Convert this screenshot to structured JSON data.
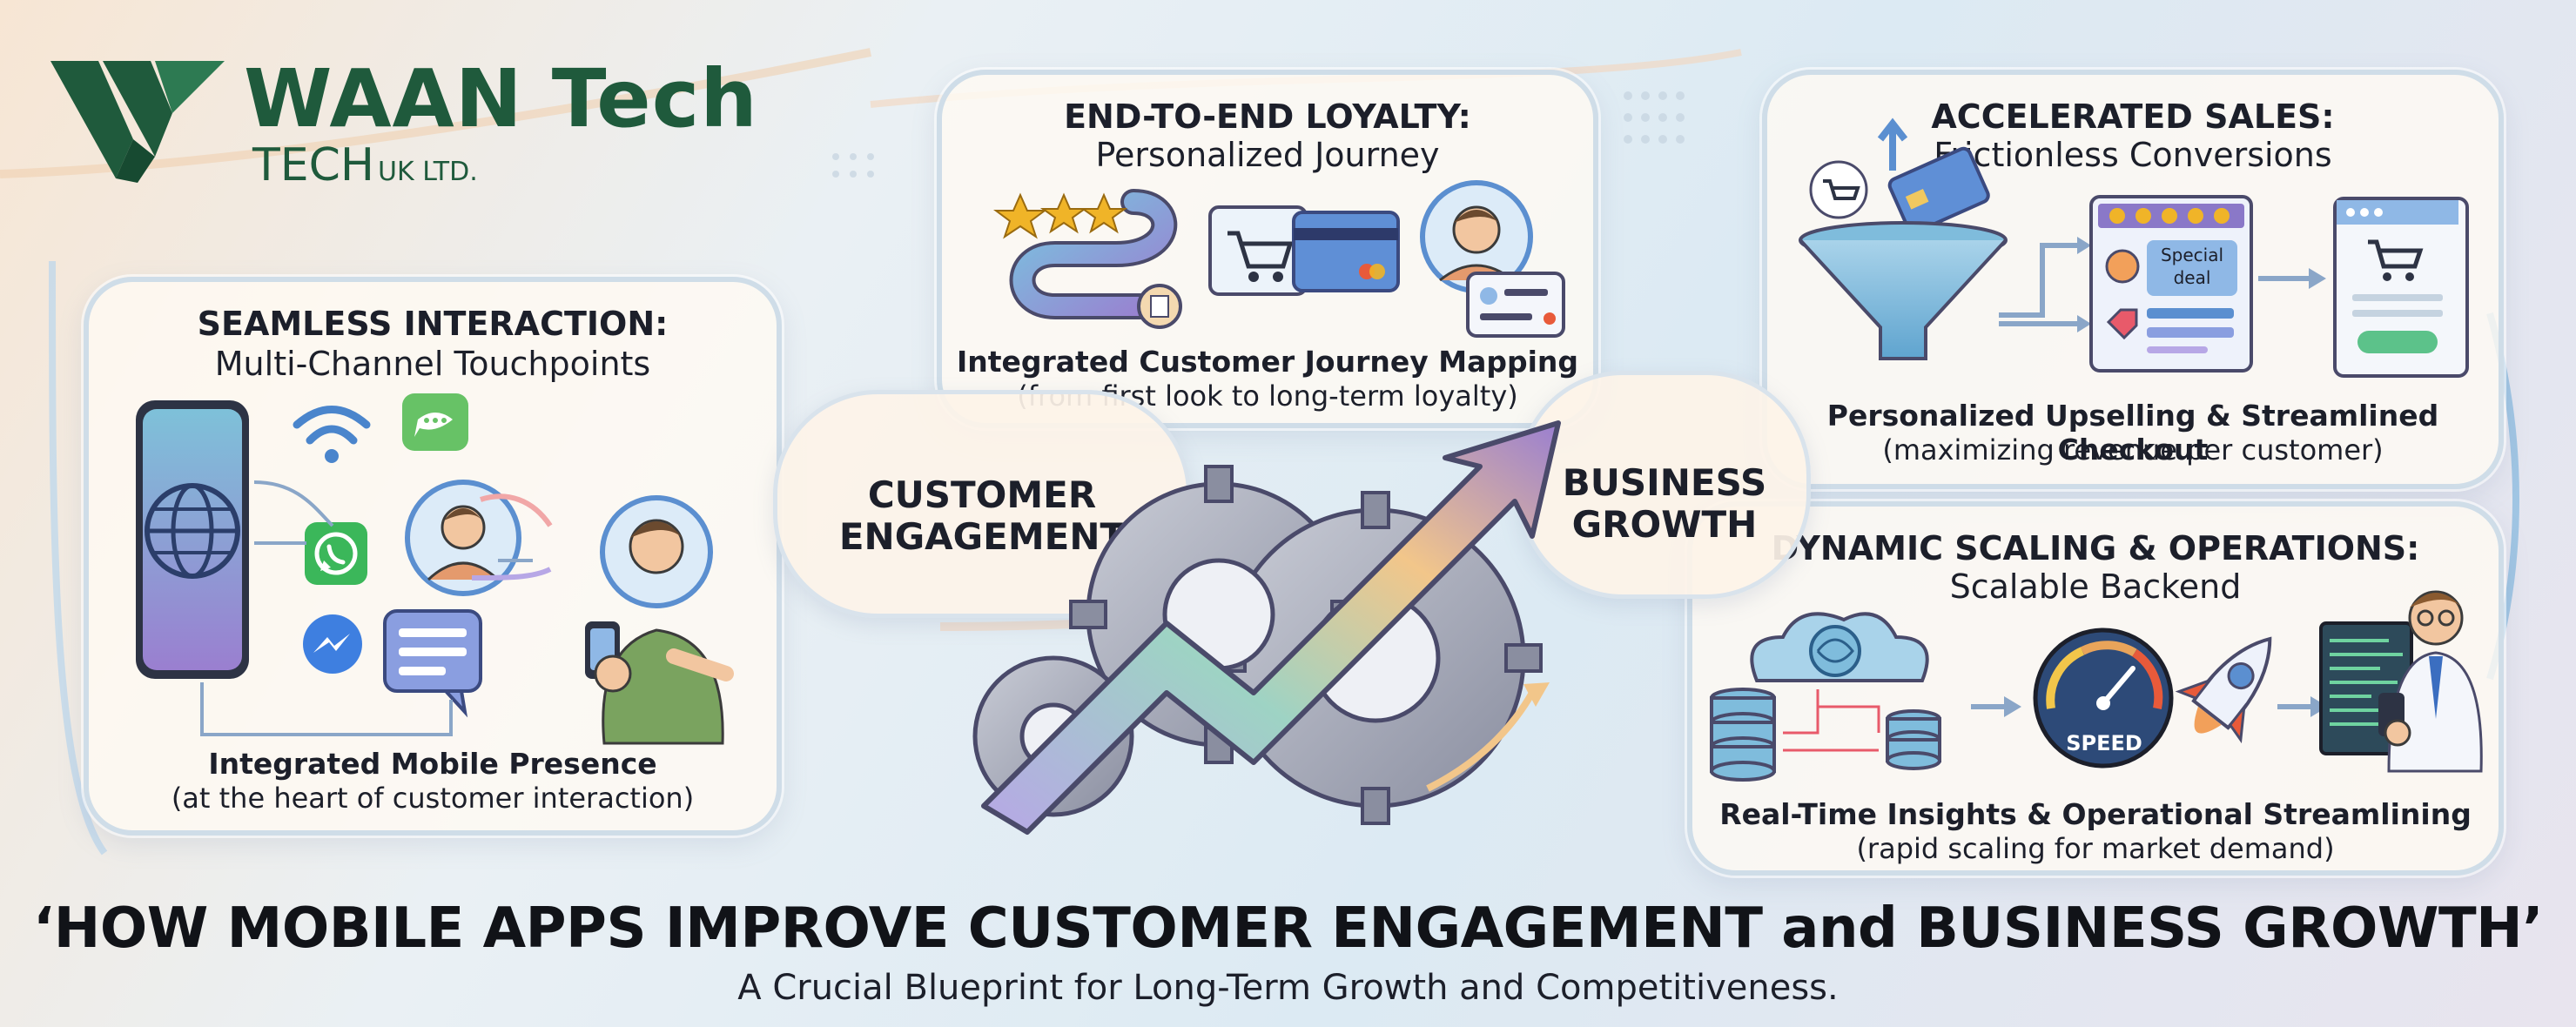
{
  "logo": {
    "brand": "WAAN Tech",
    "tech": "TECH",
    "suffix": "UK LTD."
  },
  "panels": {
    "seamless": {
      "title": "SEAMLESS INTERACTION:",
      "subtitle": "Multi-Channel Touchpoints",
      "caption_bold": "Integrated Mobile Presence",
      "caption": "(at the heart of customer interaction)"
    },
    "loyalty": {
      "title": "END-TO-END LOYALTY:",
      "subtitle": "Personalized Journey",
      "caption_bold": "Integrated Customer Journey Mapping",
      "caption": "(from first look to long-term loyalty)"
    },
    "sales": {
      "title": "ACCELERATED SALES:",
      "subtitle": "Frictionless Conversions",
      "caption_bold": "Personalized Upselling & Streamlined Checkout",
      "caption": "(maximizing revenue per customer)",
      "deal_line1": "Special",
      "deal_line2": "deal"
    },
    "scaling": {
      "title": "DYNAMIC SCALING & OPERATIONS:",
      "subtitle": "Scalable Backend",
      "caption_bold": "Real-Time Insights & Operational Streamlining",
      "caption": "(rapid scaling for market demand)",
      "speed_label": "SPEED"
    }
  },
  "hubs": {
    "engagement_line1": "CUSTOMER",
    "engagement_line2": "ENGAGEMENT",
    "growth_line1": "BUSINESS",
    "growth_line2": "GROWTH"
  },
  "footer": {
    "headline": "‘HOW MOBILE APPS IMPROVE CUSTOMER ENGAGEMENT and BUSINESS GROWTH’",
    "subline": "A Crucial Blueprint for Long-Term Growth and Competitiveness."
  },
  "colors": {
    "brand_green": "#1f5a3c",
    "accent_blue": "#5b8fd0",
    "accent_purple": "#8a78c8",
    "accent_orange": "#e9a45a",
    "whatsapp_green": "#3bb75a",
    "message_green": "#67c266"
  }
}
